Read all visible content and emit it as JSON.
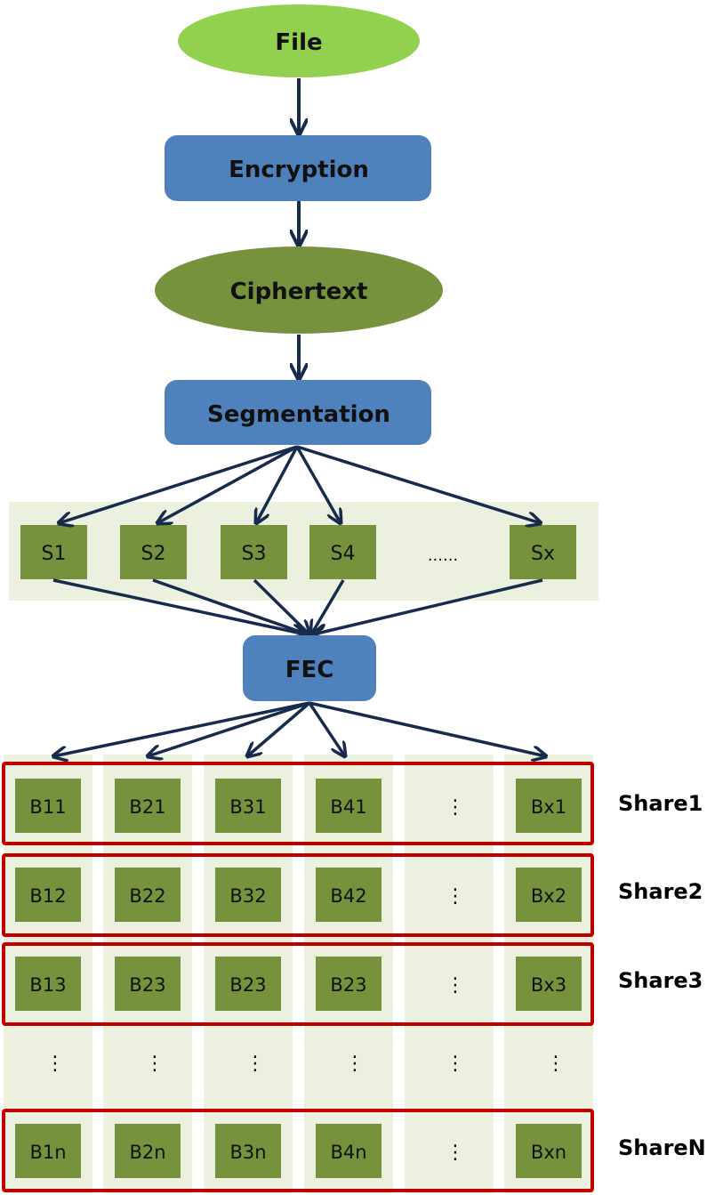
{
  "colors": {
    "light_green": "#92d050",
    "dark_green": "#76923c",
    "blue": "#4f81bd",
    "panel": "#ebf1de",
    "share_border": "#c00000",
    "arrow": "#172b4d"
  },
  "nodes": {
    "file": "File",
    "encryption": "Encryption",
    "ciphertext": "Ciphertext",
    "segmentation": "Segmentation",
    "fec": "FEC"
  },
  "segments": [
    "S1",
    "S2",
    "S3",
    "S4",
    "......",
    "Sx"
  ],
  "vertical_ellipsis": "⋮",
  "shares": [
    {
      "name": "Share1",
      "blocks": [
        "B11",
        "B21",
        "B31",
        "B41",
        "⋮",
        "Bx1"
      ]
    },
    {
      "name": "Share2",
      "blocks": [
        "B12",
        "B22",
        "B32",
        "B42",
        "⋮",
        "Bx2"
      ]
    },
    {
      "name": "Share3",
      "blocks": [
        "B13",
        "B23",
        "B23",
        "B23",
        "⋮",
        "Bx3"
      ]
    },
    {
      "name": "ShareN",
      "blocks": [
        "B1n",
        "B2n",
        "B3n",
        "B4n",
        "⋮",
        "Bxn"
      ]
    }
  ]
}
